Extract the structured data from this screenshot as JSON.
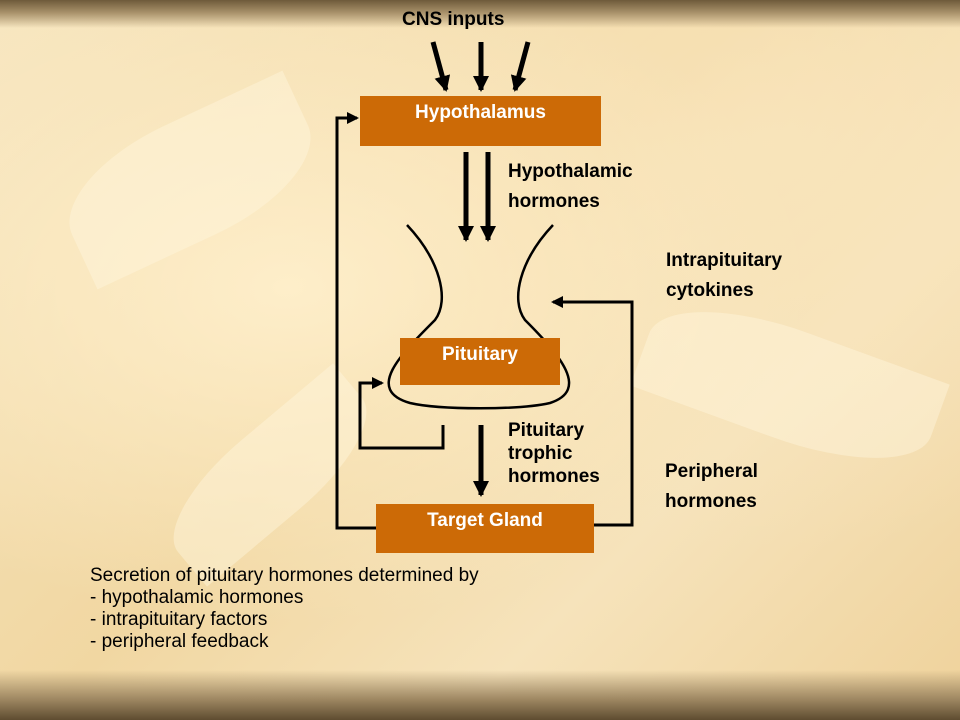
{
  "diagram": {
    "cns_inputs": "CNS inputs",
    "hypothalamus": "Hypothalamus",
    "hypothalamic_hormones": [
      "Hypothalamic",
      "hormones"
    ],
    "intrapituitary_cytokines": [
      "Intrapituitary",
      "cytokines"
    ],
    "pituitary": "Pituitary",
    "pituitary_trophic_hormones": [
      "Pituitary",
      "trophic",
      "hormones"
    ],
    "peripheral_hormones": [
      "Peripheral",
      "hormones"
    ],
    "target_gland": "Target Gland"
  },
  "caption": [
    "Secretion of pituitary hormones determined by",
    "- hypothalamic hormones",
    "- intrapituitary factors",
    "- peripheral feedback"
  ],
  "colors": {
    "box_fill": "#cc6a06",
    "box_text": "#ffffff",
    "line": "#000000"
  }
}
